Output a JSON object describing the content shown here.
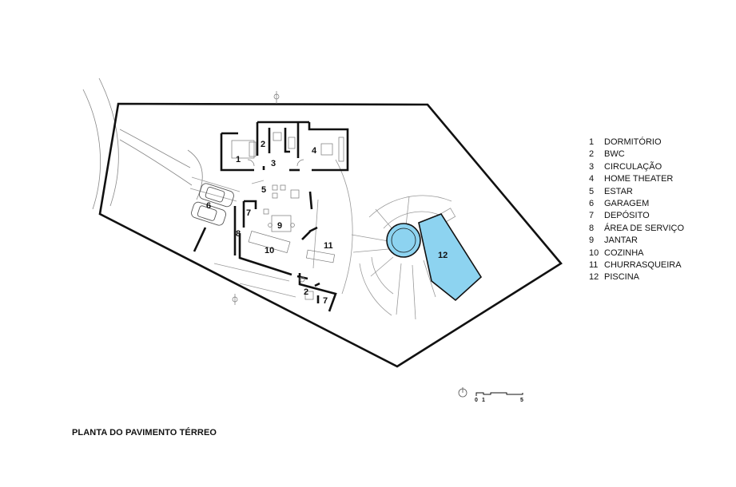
{
  "drawing_title": "PLANTA DO PAVIMENTO TÉRREO",
  "legend": [
    {
      "num": "1",
      "label": "DORMITÓRIO"
    },
    {
      "num": "2",
      "label": "BWC"
    },
    {
      "num": "3",
      "label": "CIRCULAÇÃO"
    },
    {
      "num": "4",
      "label": "HOME THEATER"
    },
    {
      "num": "5",
      "label": "ESTAR"
    },
    {
      "num": "6",
      "label": "GARAGEM"
    },
    {
      "num": "7",
      "label": "DEPÓSITO"
    },
    {
      "num": "8",
      "label": "ÁREA DE SERVIÇO"
    },
    {
      "num": "9",
      "label": "JANTAR"
    },
    {
      "num": "10",
      "label": "COZINHA"
    },
    {
      "num": "11",
      "label": "CHURRASQUEIRA"
    },
    {
      "num": "12",
      "label": "PISCINA"
    }
  ],
  "room_numbers": [
    "1",
    "2",
    "3",
    "4",
    "5",
    "6",
    "7",
    "8",
    "9",
    "10",
    "11",
    "12",
    "2",
    "7"
  ],
  "scale_bar": {
    "labels": [
      "0",
      "1",
      "5"
    ]
  },
  "colors": {
    "pool": "#8dd3f0",
    "lines": "#111111",
    "thin_lines": "#999999"
  }
}
